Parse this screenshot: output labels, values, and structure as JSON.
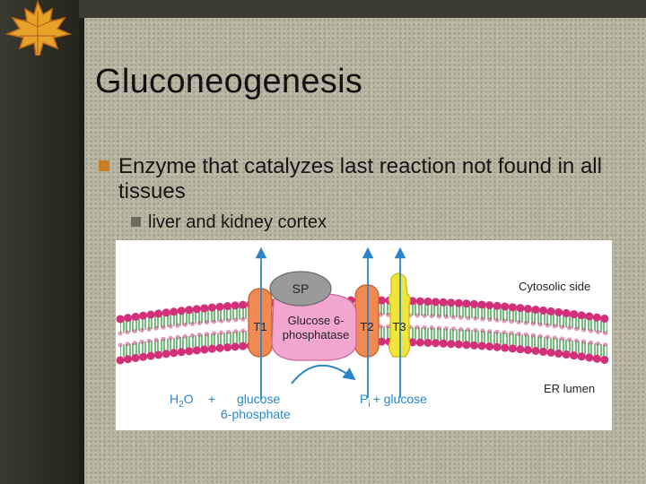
{
  "slide": {
    "title": "Gluconeogenesis",
    "bullets": [
      {
        "level": 1,
        "text": "Enzyme that catalyzes last reaction not found in all tissues"
      },
      {
        "level": 2,
        "text": "liver and kidney cortex"
      }
    ]
  },
  "figure": {
    "labels": {
      "sp": "SP",
      "enzyme_line1": "Glucose 6-",
      "enzyme_line2": "phosphatase",
      "t1": "T1",
      "t2": "T2",
      "t3": "T3",
      "cytosolic": "Cytosolic side",
      "er_lumen": "ER lumen",
      "reactant_water_h": "H",
      "reactant_water_sub": "2",
      "reactant_water_o": "O",
      "plus1": "+",
      "reactant_glucose": "glucose",
      "reactant_g6p": "6-phosphate",
      "product_p": "P",
      "product_p_sub": "i",
      "product_glucose": "+ glucose"
    },
    "colors": {
      "blue": "#2a86c8",
      "membrane_pink": "#d4307a",
      "membrane_green": "#3ea24a",
      "transporter_orange": "#f08a52",
      "t3_yellow": "#f1e53c",
      "enzyme_pink": "#f3a6cf",
      "sp_gray": "#9a9a9a"
    }
  },
  "icons": {
    "decoration": "maple-leaf-icon",
    "bullet_level1": "square-bullet-orange",
    "bullet_level2": "square-bullet-gray"
  }
}
